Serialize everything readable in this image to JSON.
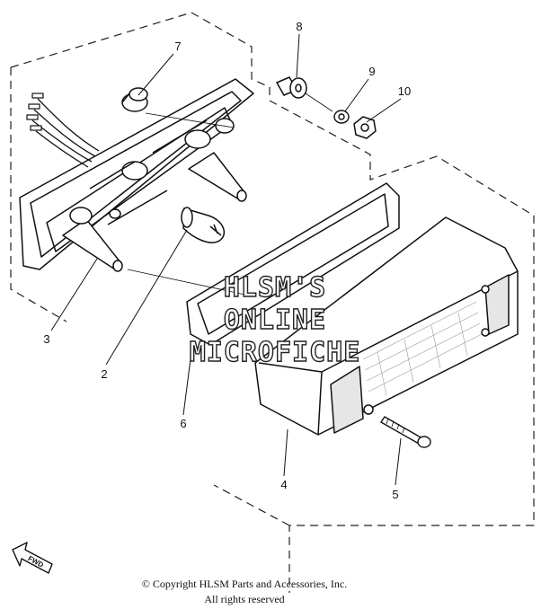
{
  "callouts": {
    "c1": "7",
    "c2": "8",
    "c3": "9",
    "c4": "10",
    "c5": "3",
    "c6": "2",
    "c7": "6",
    "c8": "4",
    "c9": "5"
  },
  "watermark": {
    "line1": "HLSM'S",
    "line2": "ONLINE",
    "line3": "MICROFICHE"
  },
  "direction_label": "FWD",
  "copyright": {
    "line1": "© Copyright HLSM Parts and Accessories, Inc.",
    "line2": "All rights reserved"
  }
}
